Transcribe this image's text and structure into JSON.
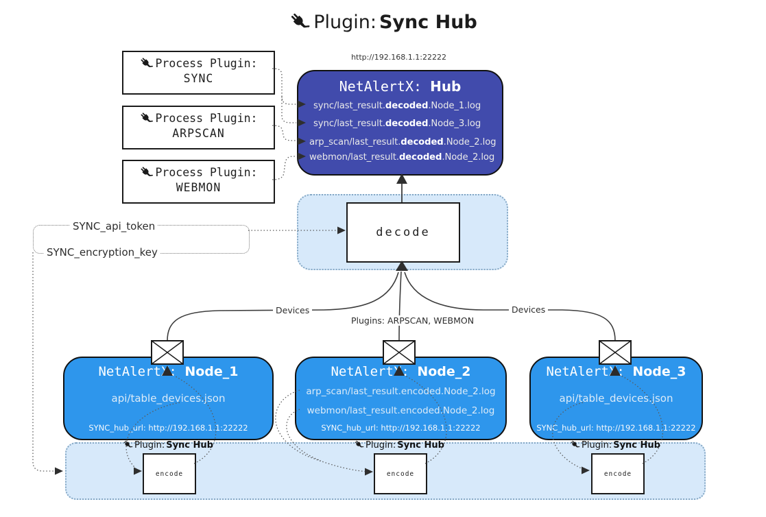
{
  "title": {
    "prefix": "Plugin: ",
    "bold": "Sync Hub"
  },
  "colors": {
    "hub_bg": "#414bac",
    "node_bg": "#2e96ec",
    "panel_bg": "#d7e9fa",
    "panel_border": "#84a7c4"
  },
  "process_plugins": [
    {
      "label": "Process Plugin:",
      "name": "SYNC"
    },
    {
      "label": "Process Plugin:",
      "name": "ARPSCAN"
    },
    {
      "label": "Process Plugin:",
      "name": "WEBMON"
    }
  ],
  "hub": {
    "url": "http://192.168.1.1:22222",
    "title_prefix": "NetAlertX: ",
    "title_bold": "Hub",
    "rows": [
      {
        "pre": "sync/last_result.",
        "bold": "decoded",
        "post": ".Node_1.log"
      },
      {
        "pre": "sync/last_result.",
        "bold": "decoded",
        "post": ".Node_3.log"
      },
      {
        "pre": "arp_scan/last_result.",
        "bold": "decoded",
        "post": ".Node_2.log"
      },
      {
        "pre": "webmon/last_result.",
        "bold": "decoded",
        "post": ".Node_2.log"
      }
    ]
  },
  "decode": {
    "label": "decode"
  },
  "settings": {
    "api_token": "SYNC_api_token",
    "encryption_key": "SYNC_encryption_key"
  },
  "edges": {
    "devices_left": "Devices",
    "plugins_mid": "Plugins: ARPSCAN, WEBMON",
    "devices_right": "Devices"
  },
  "nodes": [
    {
      "title_prefix": "NetAlertX: ",
      "title_bold": "Node_1",
      "lines": [
        "api/table_devices.json"
      ],
      "hub_url": "SYNC_hub_url: http://192.168.1.1:22222"
    },
    {
      "title_prefix": "NetAlertX: ",
      "title_bold": "Node_2",
      "lines": [
        "arp_scan/last_result.encoded.Node_2.log",
        "webmon/last_result.encoded.Node_2.log"
      ],
      "hub_url": "SYNC_hub_url: http://192.168.1.1:22222"
    },
    {
      "title_prefix": "NetAlertX: ",
      "title_bold": "Node_3",
      "lines": [
        "api/table_devices.json"
      ],
      "hub_url": "SYNC_hub_url: http://192.168.1.1:22222"
    }
  ],
  "encode_panel": {
    "plugin_prefix": "Plugin: ",
    "plugin_bold": "Sync Hub",
    "encode_label": "encode"
  }
}
